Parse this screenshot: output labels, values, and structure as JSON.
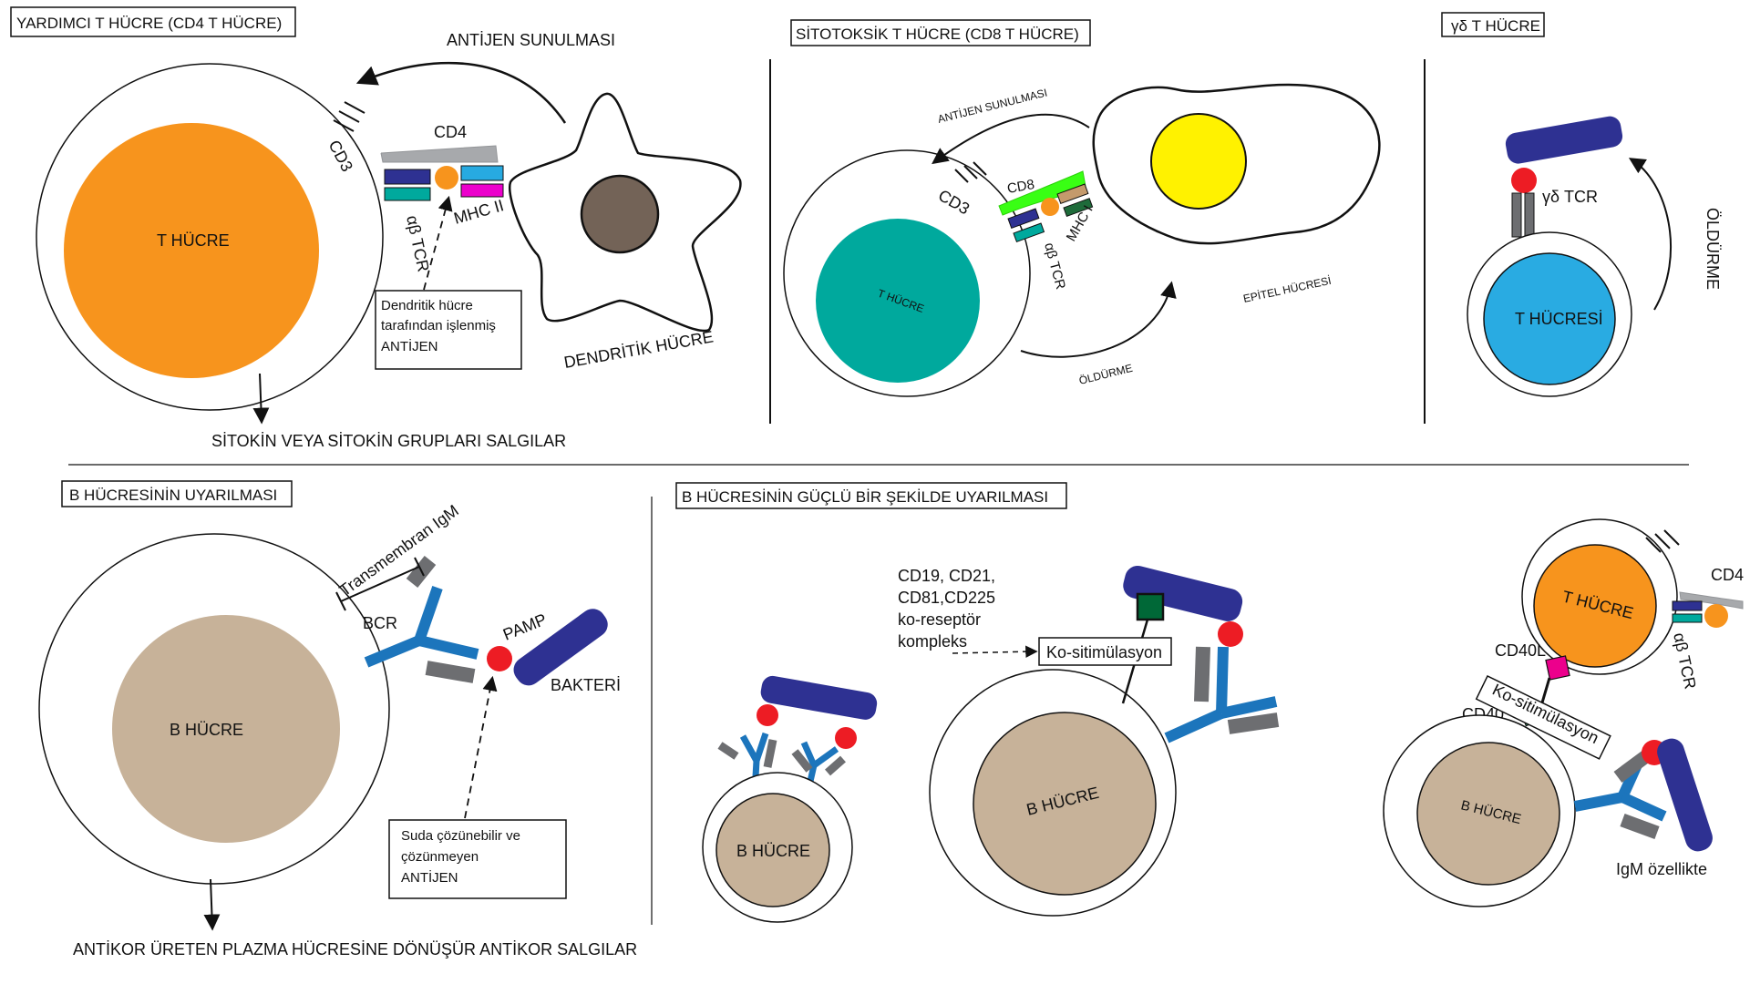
{
  "panels": {
    "cd4": {
      "title": "YARDIMCI T HÜCRE (CD4 T HÜCRE)",
      "antigen_presentation": "ANTİJEN SUNULMASI",
      "cd3": "CD3",
      "cd4": "CD4",
      "tcr": "αβ TCR",
      "mhc": "MHC II",
      "t_cell": "T HÜCRE",
      "dendritic_cell": "DENDRİTİK HÜCRE",
      "processed_antigen": [
        "Dendritik hücre",
        "tarafından işlenmiş",
        "ANTİJEN"
      ],
      "cytokine": "SİTOKİN VEYA SİTOKİN GRUPLARI SALGILAR"
    },
    "cd8": {
      "title": "SİTOTOKSİK T HÜCRE (CD8 T HÜCRE)",
      "antigen_presentation": "ANTİJEN SUNULMASI",
      "cd8": "CD8",
      "cd3": "CD3",
      "tcr": "αβ TCR",
      "mhc": "MHC I",
      "t_cell": "T HÜCRE",
      "epithelial": "EPİTEL HÜCRESİ",
      "killing": "ÖLDÜRME"
    },
    "gd": {
      "title": "γδ T HÜCRE",
      "tcr": "γδ TCR",
      "t_cell": "T HÜCRESİ",
      "killing": "ÖLDÜRME"
    },
    "b_act": {
      "title": "B HÜCRESİNİN UYARILMASI",
      "membrane_igm": "Transmembran IgM",
      "bcr": "BCR",
      "pamp": "PAMP",
      "bacteria": "BAKTERİ",
      "b_cell": "B HÜCRE",
      "antigen": [
        "Suda çözünebilir ve",
        "çözünmeyen",
        "ANTİJEN"
      ],
      "plasma": "ANTİKOR ÜRETEN PLAZMA HÜCRESİNE DÖNÜŞÜR ANTİKOR SALGILAR"
    },
    "b_strong": {
      "title": "B HÜCRESİNİN GÜÇLÜ BİR ŞEKİLDE UYARILMASI",
      "b_cell_small": "B HÜCRE",
      "coreceptor": [
        "CD19, CD21,",
        "CD81,CD225",
        "ko-reseptör",
        "kompleks"
      ],
      "costim": "Ko-sitimülasyon",
      "b_cell_mid": "B HÜCRE",
      "t_cell": "T HÜCRE",
      "cd4": "CD4",
      "tcr": "αβ TCR",
      "cd40l": "CD40L",
      "costim2": "Ko-sitimülasyon",
      "cd40": "CD40",
      "b_cell_right": "B HÜCRE",
      "igm": "IgM özellikte"
    }
  },
  "colors": {
    "t_cell_orange": "#F7941D",
    "t_cell_teal": "#00A99D",
    "t_cell_blue": "#29ABE2",
    "b_cell_tan": "#C7B299",
    "dendritic_nucleus": "#736357",
    "epithelial_nucleus": "#FFF200",
    "bacteria_navy": "#2E3192",
    "antibody_blue": "#1C75BC",
    "pamp_red": "#ED1C24",
    "grey": "#6D6E71",
    "cd8_green": "#39FF14",
    "mhc_cyan": "#27AAE1",
    "mhc_magenta": "#EC00CC",
    "mhc1_tan": "#C49A6C",
    "mhc1_green": "#1E6B3A",
    "coreceptor_green": "#006837",
    "cd40l_pink": "#EC008C",
    "cd40_green": "#2BB673"
  },
  "icons": {
    "arrow": "arrow-icon",
    "dashed_arrow": "dashed-arrow-icon"
  }
}
